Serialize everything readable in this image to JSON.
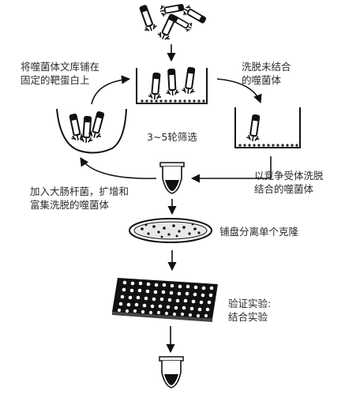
{
  "labels": {
    "coat_library": "将噬菌体文库铺在\n固定的靶蛋白上",
    "wash_unbound": "洗脱未结合\n的噬菌体",
    "rounds": "3~5轮筛选",
    "competitive_elute": "以竞争受体洗脱\n结合的噬菌体",
    "infect_amplify": "加入大肠杆菌，扩增和\n富集洗脱的噬菌体",
    "plate_clones": "铺盘分离单个克隆",
    "verify": "验证实验:\n结合实验"
  }
}
